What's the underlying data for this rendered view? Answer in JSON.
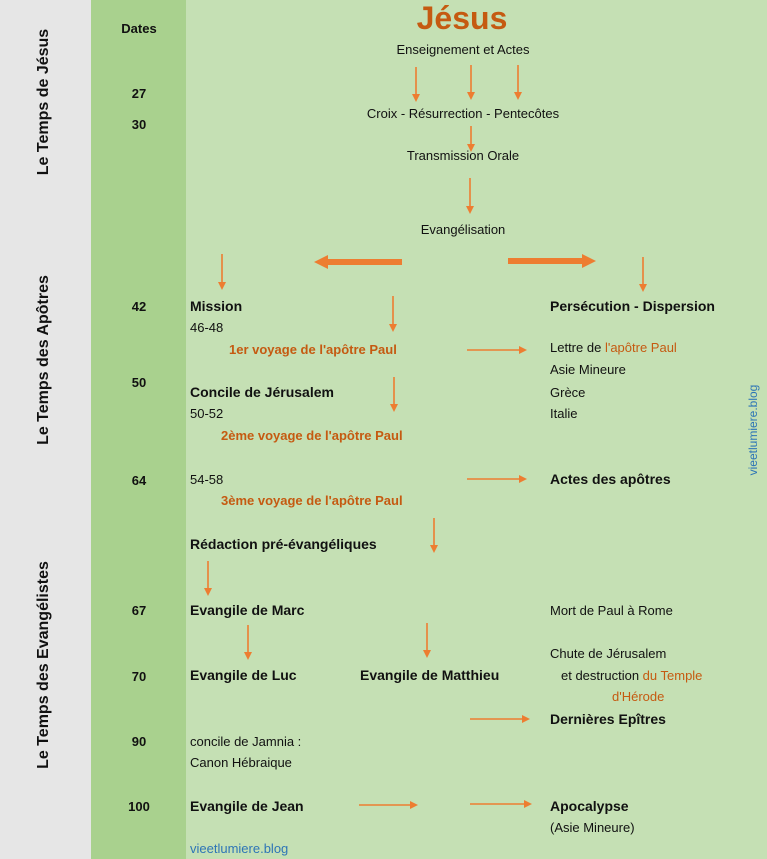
{
  "periods": {
    "jesus": "Le Temps de Jésus",
    "apotres": "Le Temps des Apôtres",
    "evangelistes": "Le Temps des Evangélistes"
  },
  "dates_header": "Dates",
  "dates": [
    "27",
    "30",
    "42",
    "50",
    "64",
    "67",
    "70",
    "90",
    "100"
  ],
  "title": "Jésus",
  "top": {
    "enseignement": "Enseignement et Actes",
    "croix": "Croix - Résurrection - Pentecôtes",
    "transmission": "Transmission Orale",
    "evangelisation": "Evangélisation"
  },
  "left": {
    "mission": "Mission",
    "y4648": "46-48",
    "voyage1": "1er voyage de l'apôtre Paul",
    "concile": "Concile de Jérusalem",
    "y5052": "50-52",
    "voyage2": "2ème voyage de l'apôtre Paul",
    "y5458": "54-58",
    "voyage3": "3ème voyage de l'apôtre Paul",
    "redaction": "Rédaction pré-évangéliques",
    "marc": "Evangile de Marc",
    "luc": "Evangile de Luc",
    "matthieu": "Evangile de Matthieu",
    "jamnia1": "concile de Jamnia :",
    "jamnia2": "Canon Hébraique",
    "jean": "Evangile de Jean",
    "blog": "vieetlumiere.blog"
  },
  "right": {
    "persecution": "Persécution - Dispersion",
    "lettre_de": "Lettre de",
    "lettre_apotre": "l'apôtre Paul",
    "asie": "Asie Mineure",
    "grece": "Grèce",
    "italie": "Italie",
    "actes": "Actes des apôtres",
    "mort": "Mort de Paul à Rome",
    "chute": "Chute de Jérusalem",
    "destruction": "et destruction",
    "du_temple": "du Temple",
    "herode": "d'Hérode",
    "epitres": "Dernières Epîtres",
    "apocalypse": "Apocalypse",
    "asie2": "(Asie Mineure)",
    "vblog": "vieetlumiere.blog"
  },
  "colors": {
    "arrow": "#ed7d31",
    "orange_text": "#c55a11",
    "blog": "#2e75b6",
    "dates_col": "#a9d18e",
    "main_col": "#c5e0b4",
    "period_col": "#e6e6e6"
  }
}
